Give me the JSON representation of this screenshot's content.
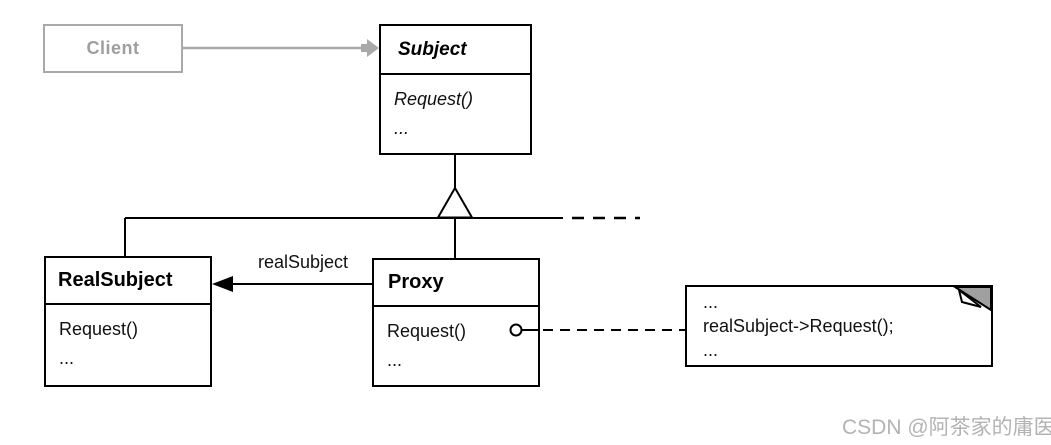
{
  "diagram": {
    "title_semantic": "Proxy design pattern UML class diagram",
    "client": {
      "label": "Client"
    },
    "subject": {
      "title": "Subject",
      "methods": [
        "Request()",
        "..."
      ]
    },
    "real_subject": {
      "title": "RealSubject",
      "methods": [
        "Request()",
        "..."
      ]
    },
    "proxy": {
      "title": "Proxy",
      "methods": [
        "Request()",
        "..."
      ]
    },
    "association_label": "realSubject",
    "note": {
      "lines": [
        "...",
        "realSubject->Request();",
        "..."
      ]
    },
    "colors": {
      "line": "#000000",
      "muted_gray": "#a9a9a9",
      "client_text": "#9e9e9e",
      "note_fold": "#a0a0a0",
      "watermark": "#b3b3b3",
      "background": "#ffffff"
    }
  },
  "watermark": {
    "text": "CSDN @阿茶家的庸医"
  }
}
